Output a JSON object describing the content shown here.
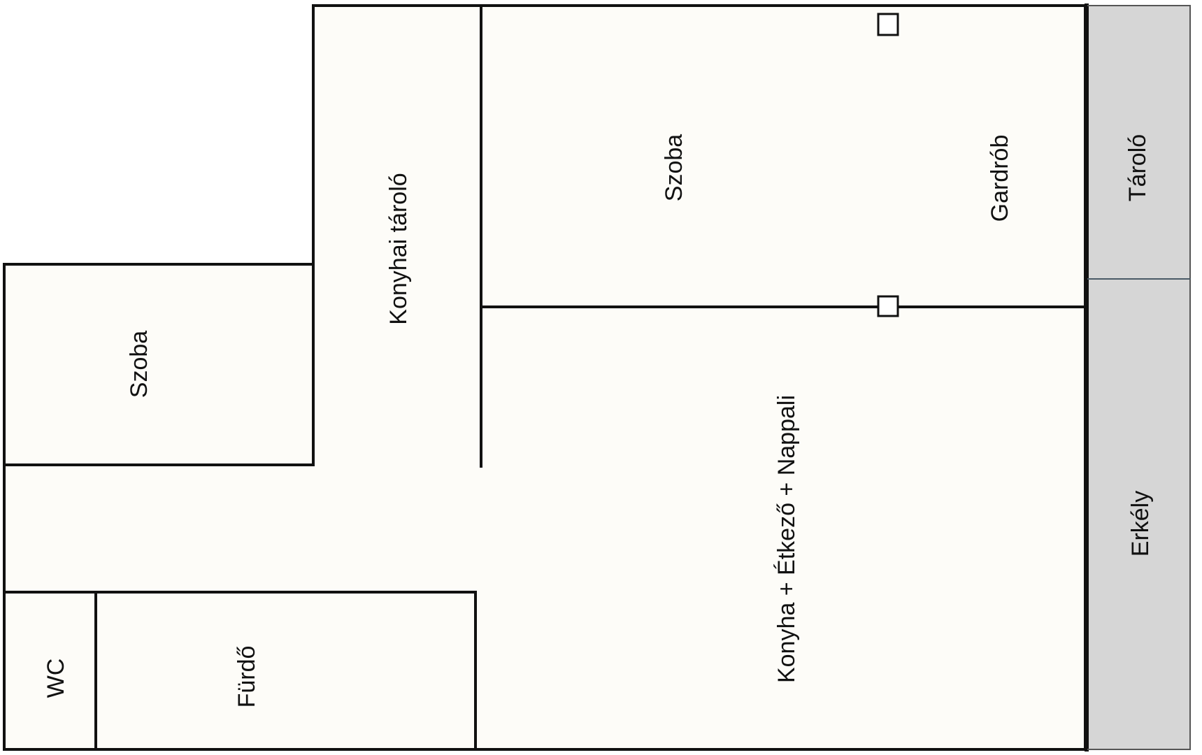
{
  "rooms": {
    "szoba_left": "Szoba",
    "konyhai_tarolo": "Konyhai tároló",
    "szoba_top": "Szoba",
    "gardrob": "Gardrób",
    "tarolo": "Tároló",
    "erkely": "Erkély",
    "konyha_nappali": "Konyha + Étkező + Nappali",
    "wc": "WC",
    "furdo": "Fürdő"
  },
  "colors": {
    "floor": "#fdfcf8",
    "wall": "#111111",
    "balcony": "#d6d6d6",
    "background": "#ffffff"
  }
}
